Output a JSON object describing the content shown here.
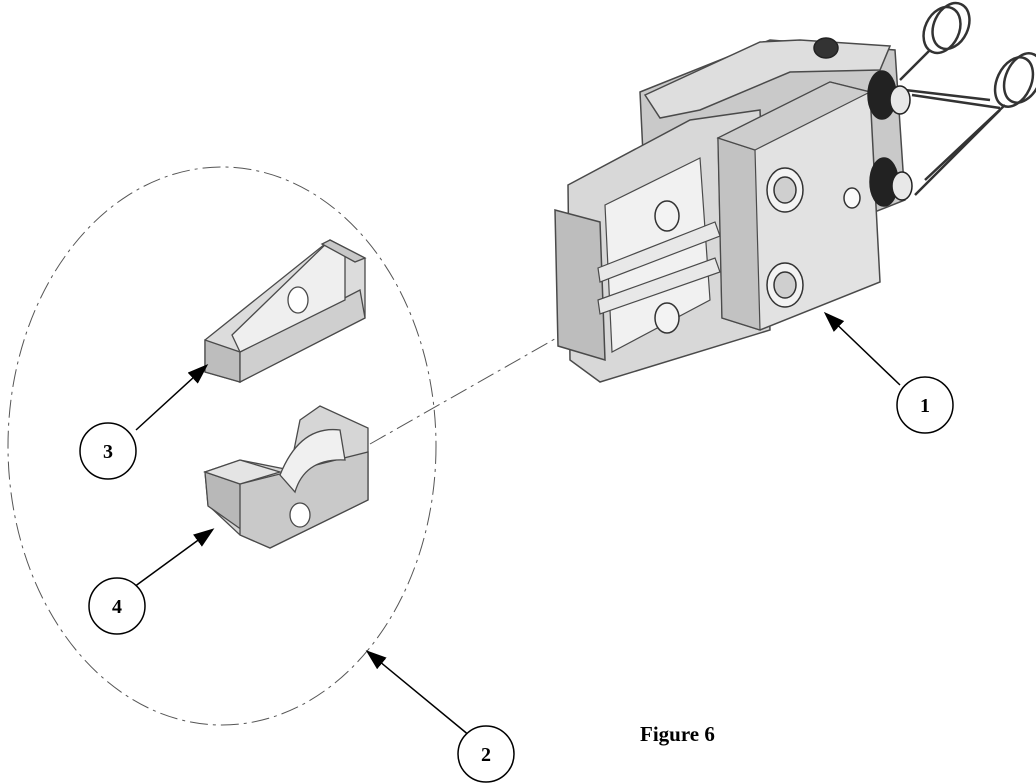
{
  "caption": "Figure 6",
  "callouts": {
    "c1": "1",
    "c2": "2",
    "c3": "3",
    "c4": "4"
  },
  "colors": {
    "line": "#000000",
    "face_light": "#e6e6e6",
    "face_mid": "#cfcfcf",
    "face_dark": "#a9a9a9",
    "outline": "#4a4a4a"
  }
}
